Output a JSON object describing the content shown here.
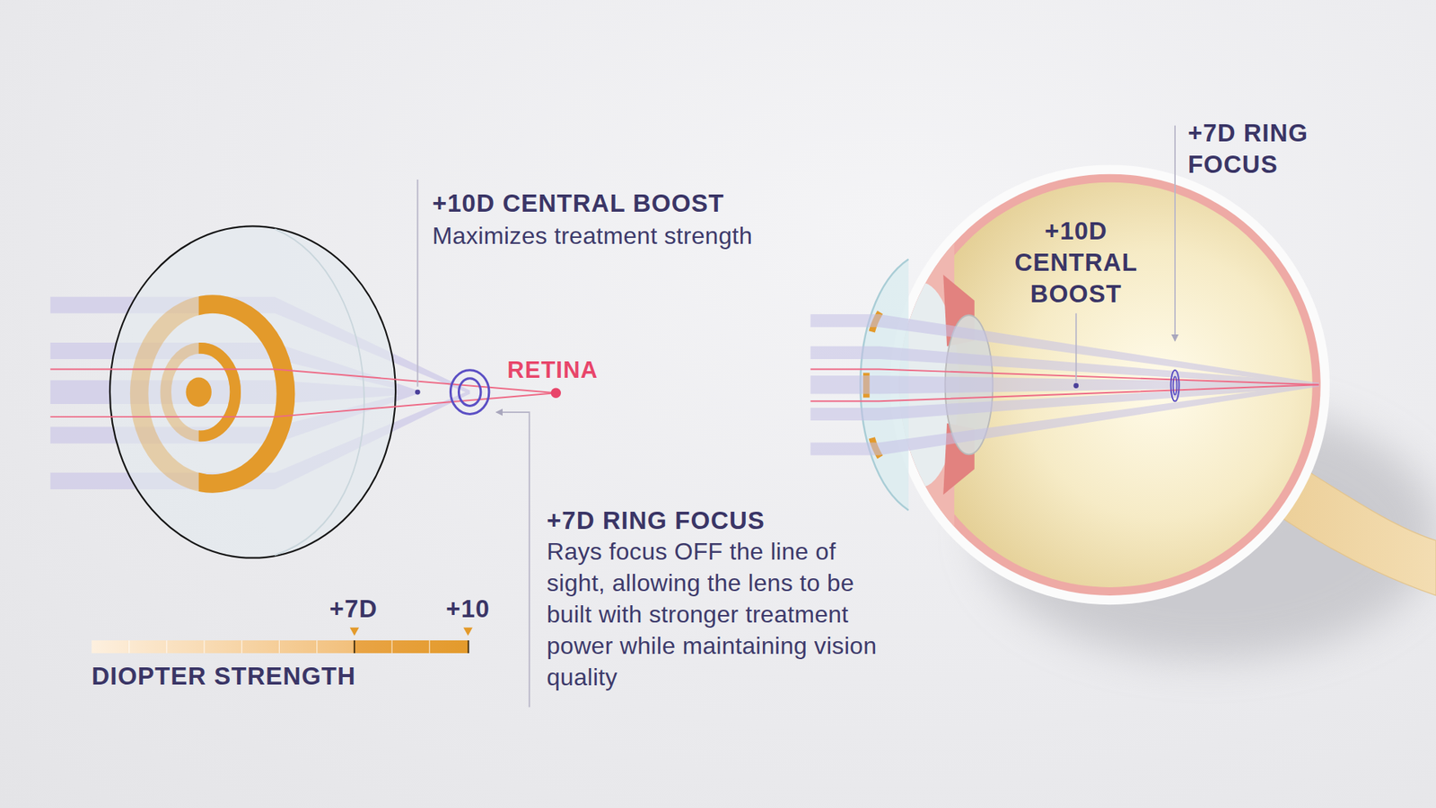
{
  "diagram": {
    "labels": [
      "+10D CENTRAL BOOST",
      "Maximizes treatment strength",
      "RETINA",
      "+7D RING FOCUS",
      "Rays focus OFF the line of sight, allowing the lens to be built with stronger treatment power while maintaining vision quality",
      "+7D",
      "+10",
      "DIOPTER STRENGTH",
      "+7D RING FOCUS",
      "+10D CENTRAL BOOST"
    ]
  }
}
